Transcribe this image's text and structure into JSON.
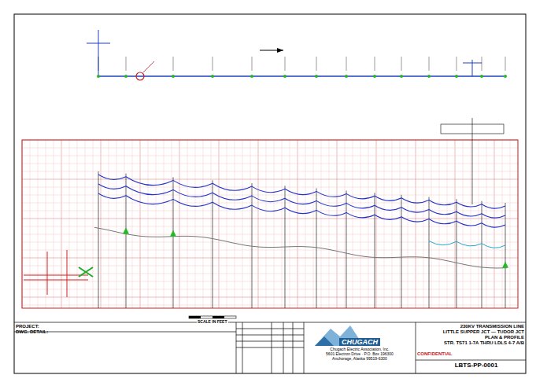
{
  "diagram": {
    "nodes": [
      {
        "text": [
          "PROJECT:",
          "DWG. DETAIL:"
        ]
      },
      {
        "text": [
          "CHUGACH",
          "Chugach Electric Association, Inc.",
          "5601 Electron Drive · P.O. Box 196300",
          "Anchorage, Alaska 99519-6300"
        ]
      },
      {
        "text": [
          "230KV TRANSMISSION LINE",
          "LITTLE SUPPER JCT — TUDOR JCT",
          "PLAN & PROFILE",
          "STR. TS71 1-7A THRU LDLS 4-7 A/B"
        ]
      },
      {
        "text": [
          "CONFIDENTIAL"
        ]
      },
      {
        "text": [
          "LBTS-PP-0001"
        ]
      }
    ],
    "edges": [],
    "labels": [
      "SCALE IN FEET"
    ]
  }
}
